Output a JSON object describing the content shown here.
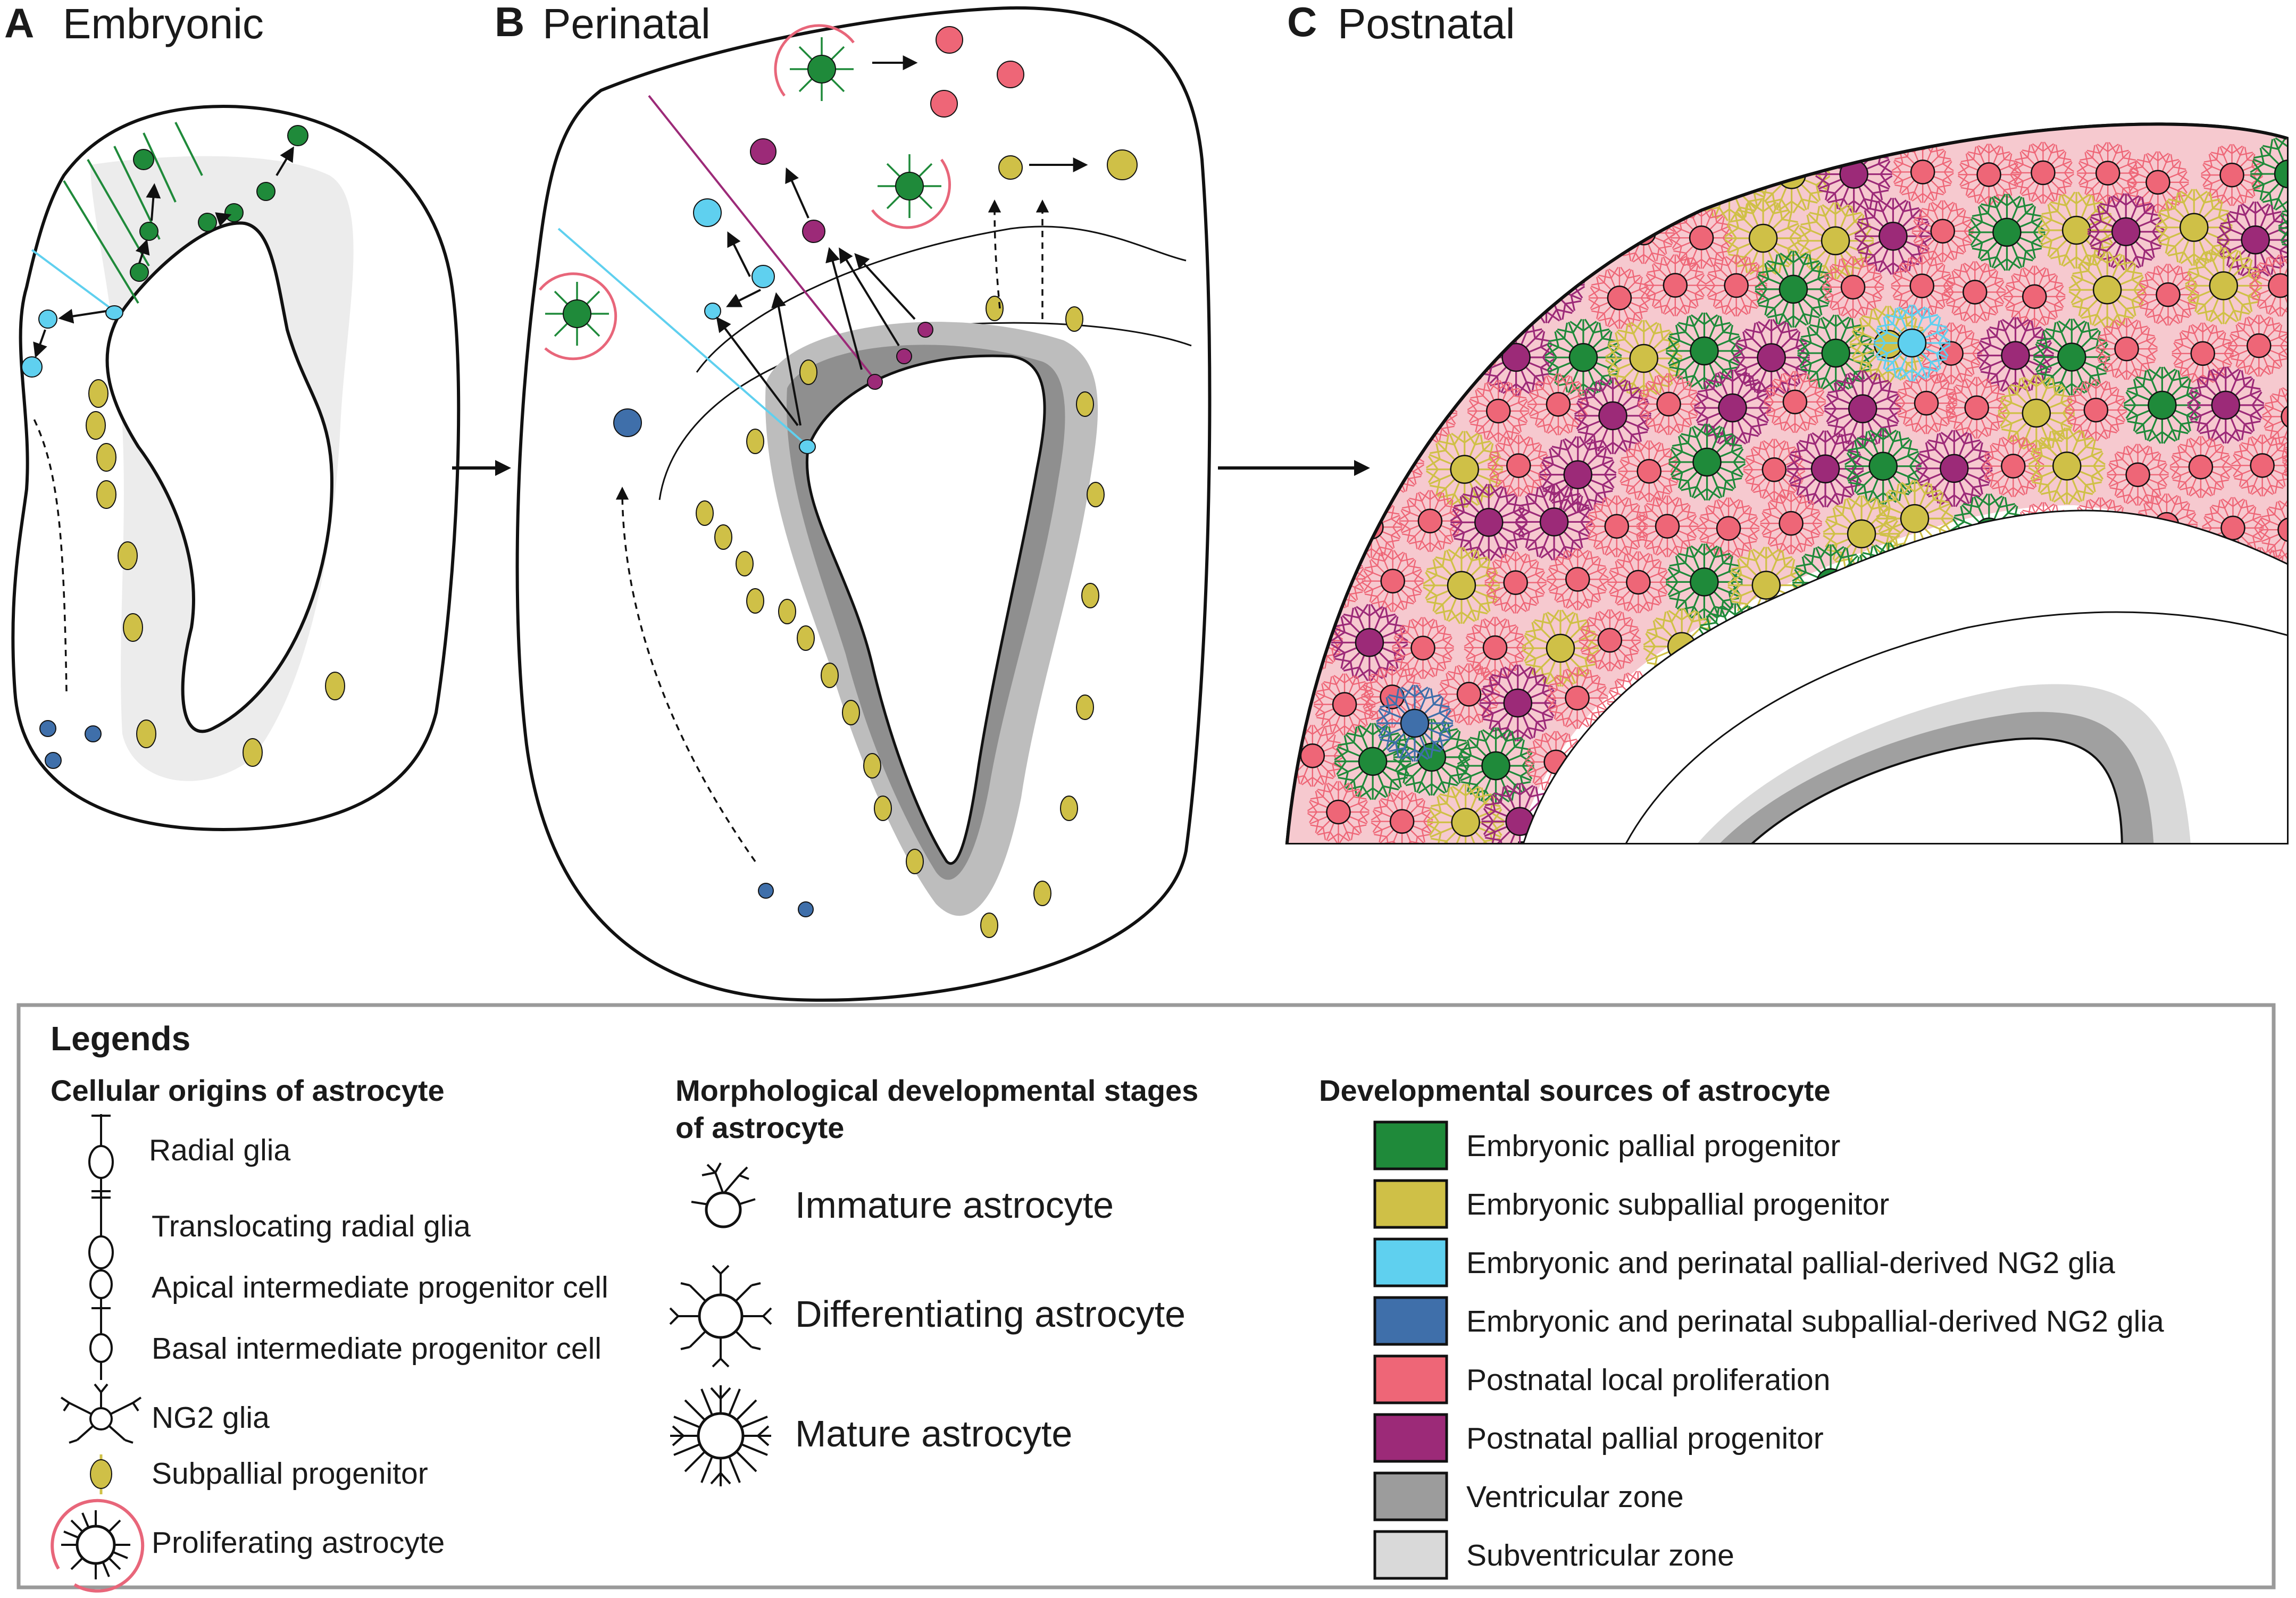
{
  "panels": {
    "a": {
      "letter": "A",
      "title": "Embryonic"
    },
    "b": {
      "letter": "B",
      "title": "Perinatal"
    },
    "c": {
      "letter": "C",
      "title": "Postnatal"
    }
  },
  "legend": {
    "title": "Legends",
    "cellular_origins": {
      "heading": "Cellular origins of astrocyte",
      "items": [
        {
          "label": "Radial glia"
        },
        {
          "label": "Translocating radial glia"
        },
        {
          "label": "Apical intermediate progenitor cell"
        },
        {
          "label": "Basal intermediate progenitor cell"
        },
        {
          "label": "NG2 glia"
        },
        {
          "label": "Subpallial progenitor"
        },
        {
          "label": "Proliferating astrocyte"
        }
      ]
    },
    "morphological": {
      "heading_line1": "Morphological developmental stages",
      "heading_line2": "of astrocyte",
      "items": [
        {
          "label": "Immature astrocyte"
        },
        {
          "label": "Differentiating astrocyte"
        },
        {
          "label": "Mature astrocyte"
        }
      ]
    },
    "sources": {
      "heading": "Developmental sources of astrocyte",
      "items": [
        {
          "label": "Embryonic pallial progenitor",
          "color": "#1f8a3a"
        },
        {
          "label": "Embryonic subpallial progenitor",
          "color": "#cfc047"
        },
        {
          "label": "Embryonic and perinatal pallial-derived NG2 glia",
          "color": "#5fd0ef"
        },
        {
          "label": "Embryonic and perinatal subpallial-derived NG2 glia",
          "color": "#3f6faa"
        },
        {
          "label": "Postnatal local proliferation",
          "color": "#ee6677"
        },
        {
          "label": "Postnatal pallial progenitor",
          "color": "#9c2a78"
        },
        {
          "label": "Ventricular zone",
          "color": "#9c9c9c"
        },
        {
          "label": "Subventricular zone",
          "color": "#d9d9d9"
        }
      ]
    }
  },
  "colors": {
    "pallial": "#1f8a3a",
    "subpallial": "#cfc047",
    "ng2_pallial": "#5fd0ef",
    "ng2_subpallial": "#3f6faa",
    "local_prolif": "#ee6677",
    "postnatal_pallial": "#9c2a78",
    "ventricular": "#9c9c9c",
    "subventricular": "#d9d9d9",
    "prolif_arrow": "#e8667a"
  }
}
